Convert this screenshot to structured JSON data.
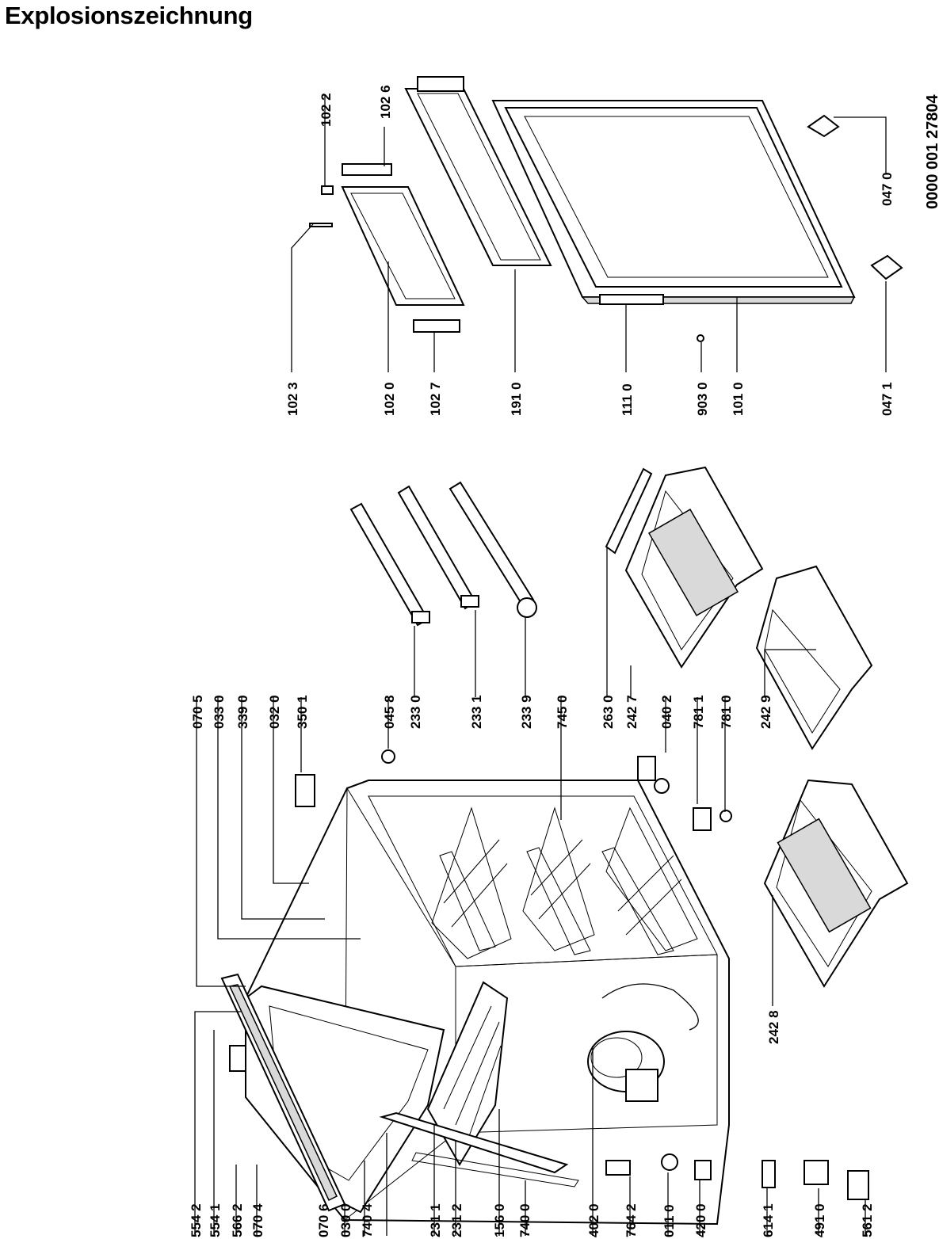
{
  "title": "Explosionszeichnung",
  "document_number": "0000 001 27804",
  "labels_bottom": [
    "554 2",
    "554 1",
    "566 2",
    "070 4",
    "070 6",
    "030 0",
    "740 4",
    "231 1",
    "231 2",
    "156 0",
    "740 0",
    "402 0",
    "764 2",
    "011 0",
    "420 0",
    "614 1",
    "491 0",
    "561 2"
  ],
  "labels_middle": [
    "070 5",
    "033 0",
    "339 0",
    "032 0",
    "350 1",
    "045 8",
    "233 0",
    "233 1",
    "233 9",
    "745 0",
    "263 0",
    "242 7",
    "040 2",
    "781 1",
    "781 0",
    "242 9",
    "242 8"
  ],
  "labels_top": [
    "102 3",
    "102 2",
    "102 6",
    "102 0",
    "102 7",
    "191 0",
    "111 0",
    "903 0",
    "101 0",
    "047 0",
    "047 1"
  ]
}
